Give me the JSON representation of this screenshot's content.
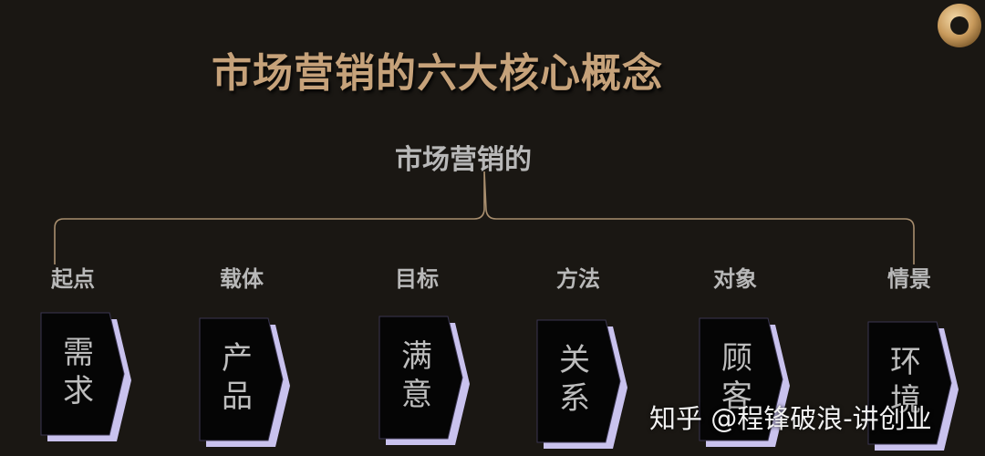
{
  "title": "市场营销的六大核心概念",
  "subtitle": "市场营销的",
  "items": [
    {
      "label": "起点",
      "card_lines": [
        "需",
        "求"
      ]
    },
    {
      "label": "载体",
      "card_lines": [
        "产",
        "品"
      ]
    },
    {
      "label": "目标",
      "card_lines": [
        "满",
        "意"
      ]
    },
    {
      "label": "方法",
      "card_lines": [
        "关",
        "系"
      ]
    },
    {
      "label": "对象",
      "card_lines": [
        "顾",
        "客"
      ]
    },
    {
      "label": "情景",
      "card_lines": [
        "环",
        "境"
      ]
    }
  ],
  "watermark": "知乎 @程锋破浪-讲创业",
  "colors": {
    "background": "#1a1713",
    "title": "#c6a27a",
    "text": "#b8b8b8",
    "brace": "#a88e6e",
    "card_fill": "#050505",
    "card_shadow": "#c9c2ee"
  },
  "icons": {
    "logo": "gold-ring-logo-icon"
  }
}
